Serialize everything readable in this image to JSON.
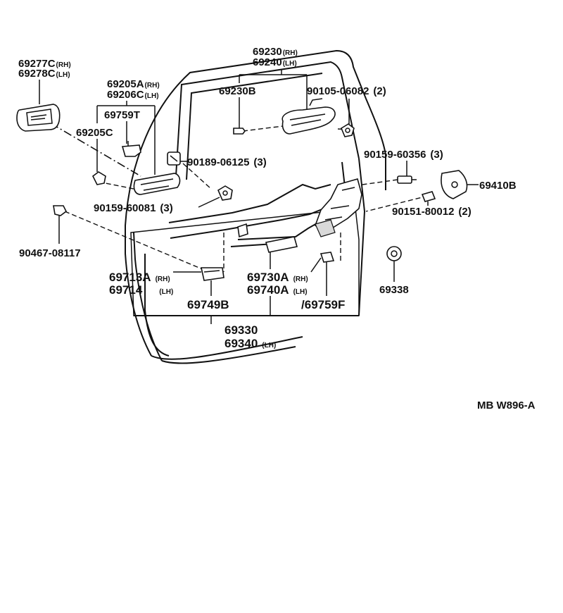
{
  "diagram": {
    "code": "MB  W896-A",
    "labels": {
      "l_69277C": {
        "text": "69277C",
        "qual": "(RH)"
      },
      "l_69278C": {
        "text": "69278C",
        "qual": "(LH)"
      },
      "l_69230": {
        "text": "69230",
        "qual": "(RH)"
      },
      "l_69240": {
        "text": "69240",
        "qual": "(LH)"
      },
      "l_69205A": {
        "text": "69205A",
        "qual": "(RH)"
      },
      "l_69206C": {
        "text": "69206C",
        "qual": "(LH)"
      },
      "l_69230B": {
        "text": "69230B",
        "qual": ""
      },
      "l_90105": {
        "text": "90105-06082",
        "qual": "(2)"
      },
      "l_69759T": {
        "text": "69759T",
        "qual": ""
      },
      "l_69205C": {
        "text": "69205C",
        "qual": ""
      },
      "l_90189": {
        "text": "90189-06125",
        "qual": "(3)"
      },
      "l_90159_60356": {
        "text": "90159-60356",
        "qual": "(3)"
      },
      "l_69410B": {
        "text": "69410B",
        "qual": ""
      },
      "l_90159_60081": {
        "text": "90159-60081",
        "qual": "(3)"
      },
      "l_90151": {
        "text": "90151-80012",
        "qual": "(2)"
      },
      "l_90467": {
        "text": "90467-08117",
        "qual": ""
      },
      "l_69713A": {
        "text": "69713A",
        "qual": "(RH)"
      },
      "l_69714": {
        "text": "69714",
        "qual": "(LH)"
      },
      "l_69730A": {
        "text": "69730A",
        "qual": "(RH)"
      },
      "l_69740A": {
        "text": "69740A",
        "qual": "(LH)"
      },
      "l_69338": {
        "text": "69338",
        "qual": ""
      },
      "l_69749B": {
        "text": "69749B",
        "qual": ""
      },
      "l_69759F": {
        "text": "69759F",
        "qual": ""
      },
      "l_69330": {
        "text": "69330",
        "qual": ""
      },
      "l_69340": {
        "text": "69340",
        "qual": "(LH)"
      }
    }
  }
}
